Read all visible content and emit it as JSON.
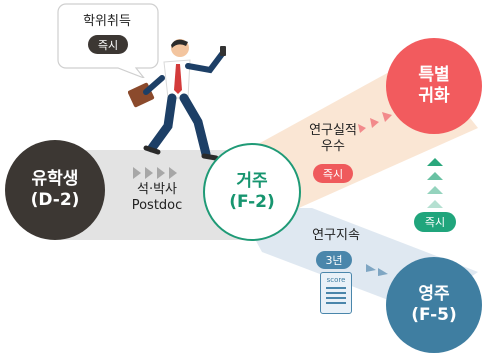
{
  "bubble": {
    "text": "학위취득",
    "badge": "즉시"
  },
  "nodes": {
    "student": {
      "line1": "유학생",
      "line2": "(D-2)"
    },
    "residence": {
      "line1": "거주",
      "line2": "(F-2)"
    },
    "naturalization": {
      "line1": "특별",
      "line2": "귀화"
    },
    "permanent": {
      "line1": "영주",
      "line2": "(F-5)"
    }
  },
  "edges": {
    "degree": {
      "line1": "석·박사",
      "line2": "Postdoc"
    },
    "research_top": {
      "line1": "연구실적",
      "line2": "우수",
      "badge": "즉시"
    },
    "research_bottom": {
      "line1": "연구지속",
      "badge": "3년",
      "doc_label": "score"
    },
    "right_badge": "즉시"
  },
  "colors": {
    "student": "#3c3733",
    "residence_border": "#1f9a76",
    "residence_text": "#17956f",
    "naturalization": "#f25b5e",
    "permanent": "#3f7ea1",
    "badge_red": "#ef5a5c",
    "badge_green": "#20a57c",
    "badge_blue": "#4a86ab",
    "badge_dark": "#3c3733"
  }
}
